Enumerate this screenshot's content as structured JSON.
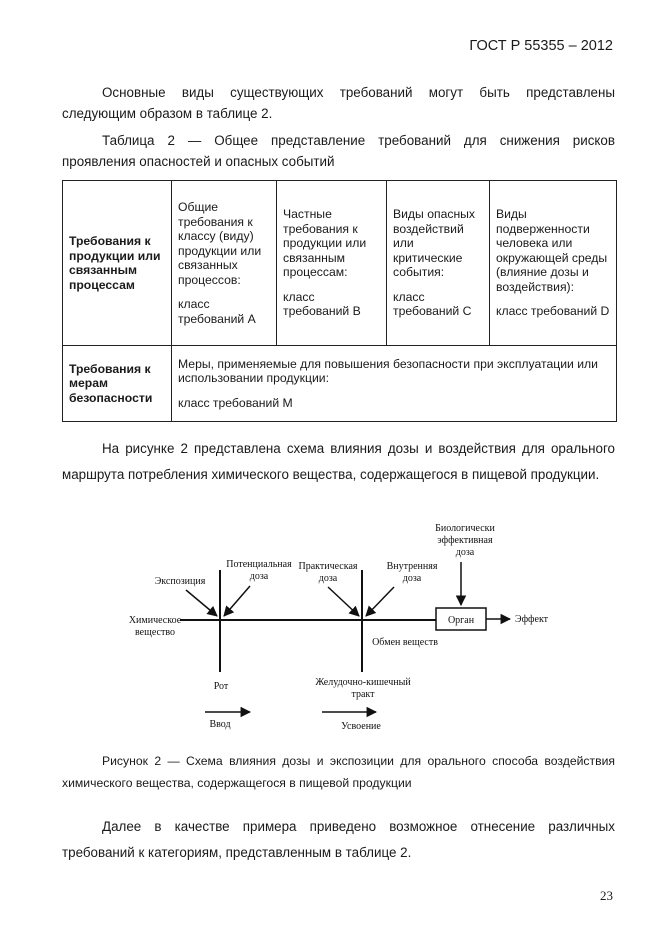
{
  "header": "ГОСТ Р 55355 – 2012",
  "intro": "Основные виды существующих требований могут быть представлены следующим образом в таблице 2.",
  "table_title": "Таблица 2 — Общее представление требований для снижения рисков проявления опасностей и опасных событий",
  "table": {
    "row1_header": "Требования к продукции или связанным процессам",
    "cells": [
      {
        "text": "Общие требования к классу (виду) продукции или связанных процессов:",
        "class": "класс требований А"
      },
      {
        "text": "Частные требования к продукции или связанным процессам:",
        "class": "класс требований В"
      },
      {
        "text": "Виды опасных воздействий или критические события:",
        "class": "класс требований С"
      },
      {
        "text": "Виды подверженности человека или окружающей среды (влияние дозы и воздействия):",
        "class": "класс требований D"
      }
    ],
    "row2_header": "Требования к мерам безопасности",
    "row2_text": "Меры, применяемые для повышения безопасности при эксплуатации или использовании продукции:",
    "row2_class": "класс требований М"
  },
  "figure_intro": "На рисунке 2 представлена схема влияния дозы и воздействия для орального маршрута потребления химического вещества, содержащегося в пищевой продукции.",
  "diagram": {
    "bio_dose": [
      "Биологически",
      "эффективная",
      "доза"
    ],
    "exposure": "Экспозиция",
    "potential_dose": [
      "Потенциальная",
      "доза"
    ],
    "practical_dose": [
      "Практическая",
      "доза"
    ],
    "internal_dose": [
      "Внутренняя",
      "доза"
    ],
    "chemical": [
      "Химическое",
      "вещество"
    ],
    "organ": "Орган",
    "effect": "Эффект",
    "metabolism": "Обмен веществ",
    "mouth": "Рот",
    "gi_tract": [
      "Желудочно-кишечный",
      "тракт"
    ],
    "input": "Ввод",
    "absorption": "Усвоение"
  },
  "figure_caption": "Рисунок 2 — Схема влияния дозы и экспозиции для орального способа воздействия химического вещества, содержащегося в пищевой продукции",
  "closing": "Далее в качестве примера приведено возможное отнесение различных требований к категориям, представленным в таблице 2.",
  "page_number": "23"
}
